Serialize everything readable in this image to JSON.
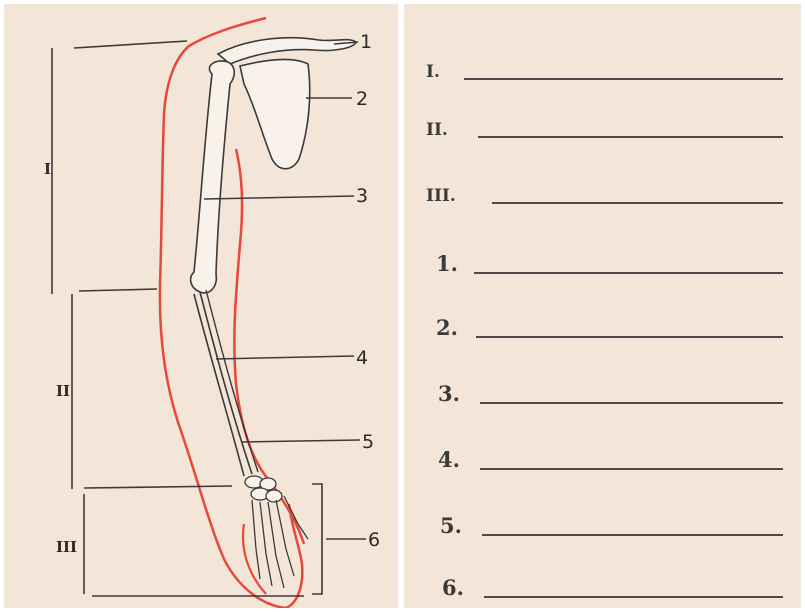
{
  "diagram": {
    "roman_labels": [
      "I",
      "II",
      "III"
    ],
    "number_labels": [
      "1",
      "2",
      "3",
      "4",
      "5",
      "6"
    ]
  },
  "answer_sheet": {
    "rows": [
      {
        "label": "I."
      },
      {
        "label": "II."
      },
      {
        "label": "III."
      },
      {
        "label": "1."
      },
      {
        "label": "2."
      },
      {
        "label": "3."
      },
      {
        "label": "4."
      },
      {
        "label": "5."
      },
      {
        "label": "6."
      }
    ]
  },
  "colors": {
    "paper": "#f3e6d8",
    "outline": "#e8483a",
    "ink": "#2a2a2a"
  }
}
